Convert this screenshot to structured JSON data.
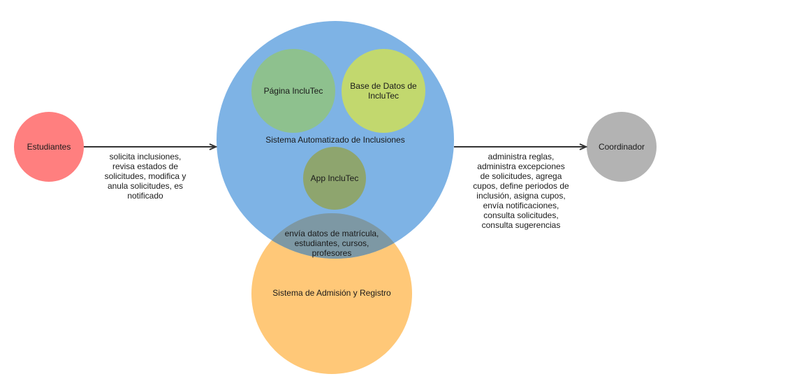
{
  "nodes": {
    "estudiantes": {
      "label": "Estudiantes",
      "color": "#ff7f7f"
    },
    "coordinador": {
      "label": "Coordinador",
      "color": "#b3b3b3"
    },
    "sistema_automatizado": {
      "label": "Sistema Automatizado de Inclusiones",
      "color": "#7eb3e5"
    },
    "pagina": {
      "label": "Página IncluTec",
      "color": "#8ec18e"
    },
    "base_datos": {
      "label": "Base de Datos de\nIncluTec",
      "color": "#c2d86e"
    },
    "app": {
      "label": "App IncluTec",
      "color": "#8ea56e"
    },
    "admision": {
      "label": "Sistema de Admisión y Registro",
      "color": "#ffc878"
    },
    "overlap_color": "#7d98a4"
  },
  "edges": {
    "estudiantes_to_sistema": {
      "label": "solicita inclusiones,\nrevisa estados de\nsolicitudes, modifica y\nanula solicitudes, es\nnotificado"
    },
    "sistema_to_coordinador": {
      "label": "administra reglas,\nadministra excepciones\nde solicitudes, agrega\ncupos, define periodos de\ninclusión, asigna cupos,\nenvía notificaciones,\nconsulta solicitudes,\nconsulta sugerencias"
    },
    "overlap": {
      "label": "envía datos de matrícula,\nestudiantes, cursos,\nprofesores"
    }
  }
}
